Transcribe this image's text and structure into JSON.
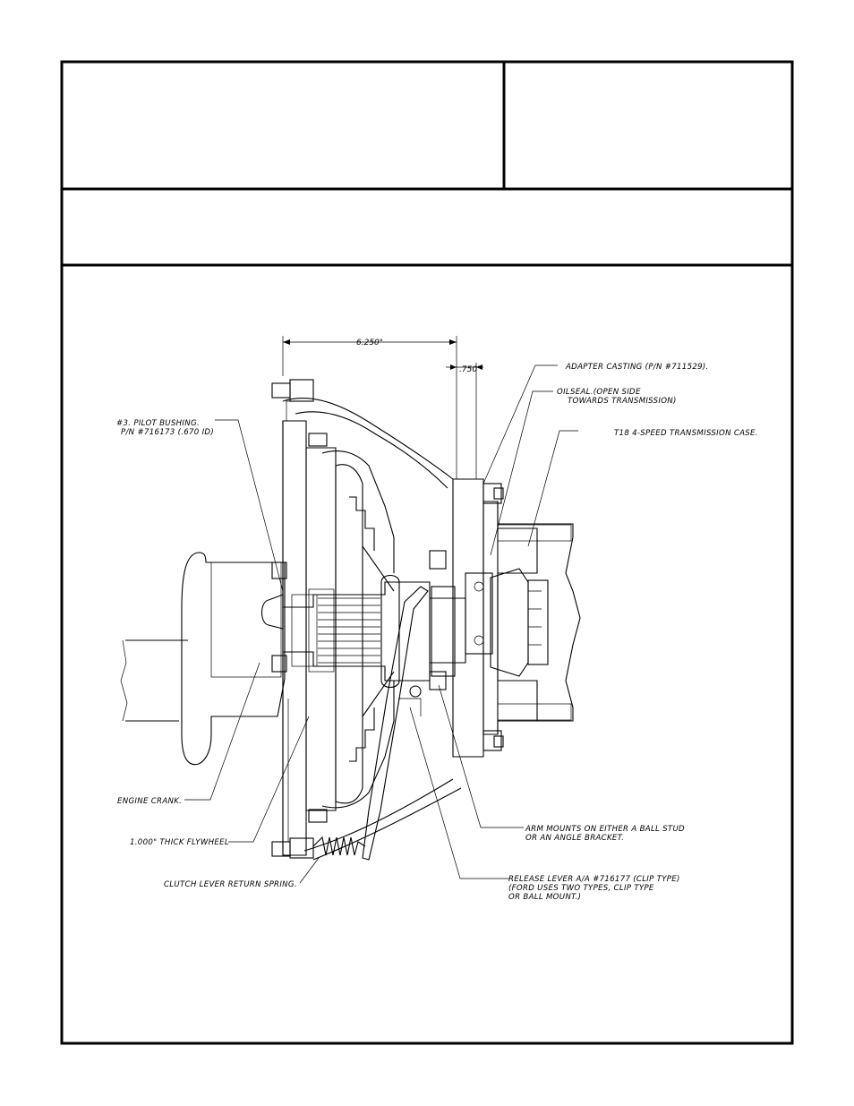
{
  "title_block": {
    "title": "",
    "info": "",
    "description": ""
  },
  "drawing": {
    "dimensions": {
      "overall": "6.250\"",
      "offset": ".750\""
    },
    "callouts": {
      "adapter": "ADAPTER CASTING (P/N #711529).",
      "oilseal_line1": "OILSEAL.(OPEN SIDE",
      "oilseal_line2": "TOWARDS TRANSMISSION)",
      "trans_case": "T18 4-SPEED TRANSMISSION CASE.",
      "pilot_line1": "#3. PILOT BUSHING.",
      "pilot_line2": "P/N #716173 (.670 ID)",
      "crank": "ENGINE CRANK.",
      "flywheel": "1.000\" THICK FLYWHEEL",
      "spring": "CLUTCH LEVER RETURN SPRING.",
      "arm_line1": "ARM MOUNTS ON EITHER A BALL STUD",
      "arm_line2": "OR AN ANGLE BRACKET.",
      "lever_line1": "RELEASE LEVER A/A #716177 (CLIP TYPE)",
      "lever_line2": "(FORD USES TWO TYPES, CLIP TYPE",
      "lever_line3": "OR BALL MOUNT.)"
    }
  }
}
